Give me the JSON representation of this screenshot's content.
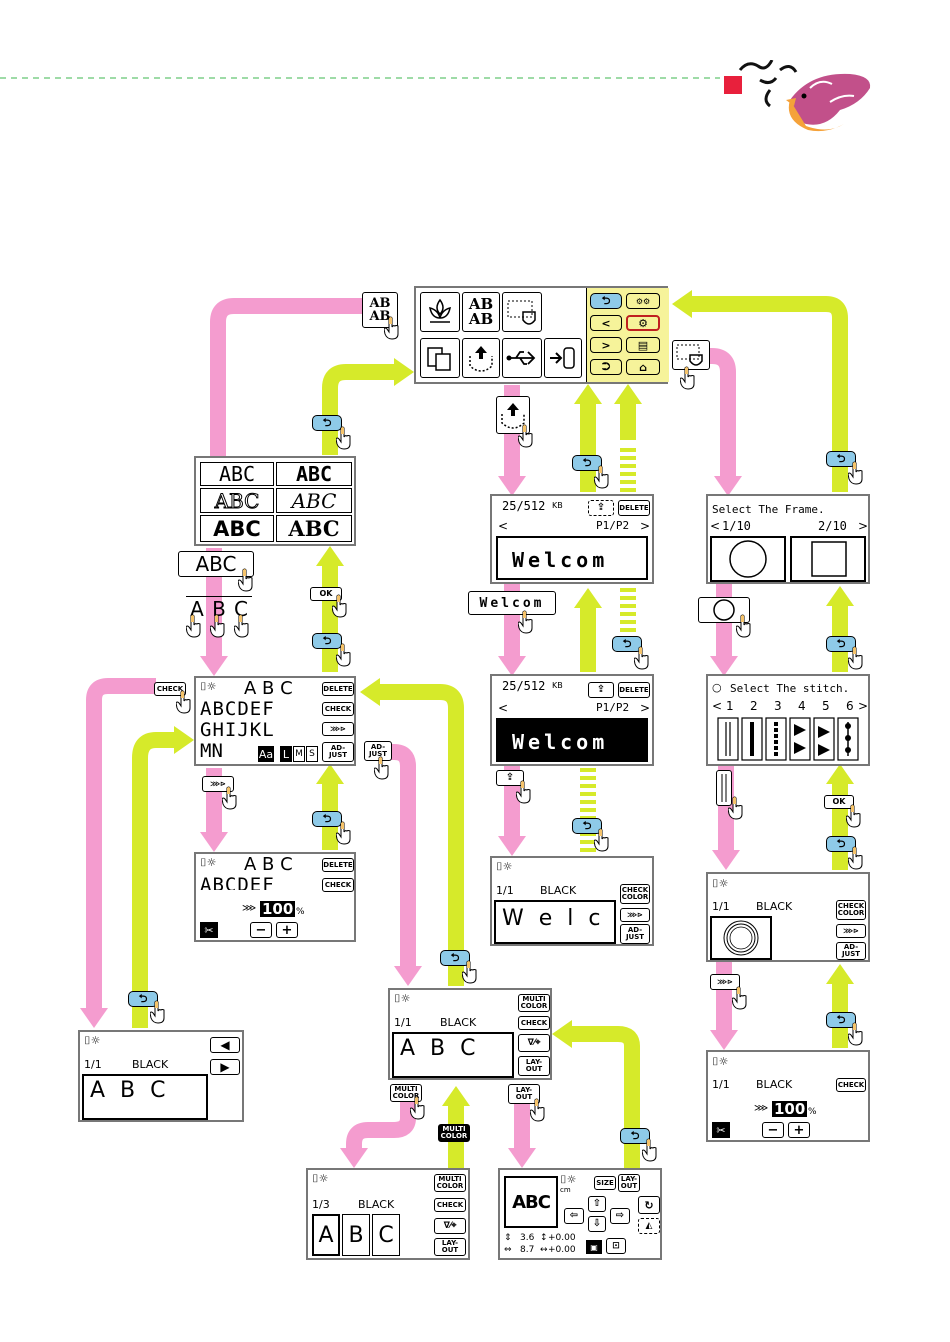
{
  "colors": {
    "forward_arrow": "#f49ccf",
    "back_arrow": "#d6ea2a",
    "dashed_line": "#7fcf8a",
    "screen_highlight": "#f6f39a",
    "back_key": "#8ecae8"
  },
  "main_menu": {
    "icons": [
      "embroidery-pattern-icon",
      "font-icon",
      "frame-pattern-icon",
      "bobbin-select-icon",
      "memory-pocket-icon",
      "usb-icon",
      "return-to-sewing-icon"
    ]
  },
  "font_screen": {
    "samples": [
      "ABC",
      "ABC",
      "ABC",
      "ABC",
      "ABC",
      "ABC"
    ]
  },
  "buttons": {
    "ok": "OK",
    "check": "CHECK",
    "delete": "DELETE",
    "adjust": "AD-\nJUST",
    "multi_color": "MULTI\nCOLOR",
    "layout": "LAY-\nOUT",
    "check_color": "CHECK\nCOLOR",
    "size": "SIZE"
  },
  "chosen_font_label": "ABC",
  "chosen_letters": [
    "A",
    "B",
    "C"
  ],
  "entry_screen": {
    "preview": "A B C",
    "rows": [
      "ABCDEF",
      "GHIJKL",
      "MN"
    ],
    "size_keys": [
      "Aa",
      "L",
      "M",
      "S"
    ]
  },
  "density_screen": {
    "preview": "A B C",
    "row": "ABCDEF",
    "value": "100",
    "unit": "%"
  },
  "edit_screen_left": {
    "page": "1/1",
    "color": "BLACK",
    "text": "A B C"
  },
  "edit_screen_center": {
    "page": "1/1",
    "color": "BLACK",
    "text": "A B C"
  },
  "multicolor_screen": {
    "page": "1/3",
    "color": "BLACK",
    "letters": [
      "A",
      "B",
      "C"
    ]
  },
  "layout_screen": {
    "sample": "ABC",
    "unit": "cm",
    "height": "3.6",
    "v_offset": "+0.00",
    "width": "8.7",
    "h_offset": "+0.00"
  },
  "memory_screen_1": {
    "size": "25/512",
    "size_unit": "KB",
    "page": "P1/P2",
    "text": "Welcom"
  },
  "memory_screen_2": {
    "size": "25/512",
    "size_unit": "KB",
    "page": "P1/P2",
    "text": "Welcom"
  },
  "memory_item_label": "Welcom",
  "memory_edit_screen": {
    "page": "1/1",
    "color": "BLACK",
    "text": "W e l c"
  },
  "frame_screen": {
    "title": "Select The Frame.",
    "page_left": "1/10",
    "page_right": "2/10"
  },
  "stitch_screen": {
    "title": "Select The stitch.",
    "numbers": [
      "1",
      "2",
      "3",
      "4",
      "5",
      "6"
    ]
  },
  "frame_edit_screen": {
    "page": "1/1",
    "color": "BLACK"
  },
  "frame_density_screen": {
    "page": "1/1",
    "color": "BLACK",
    "value": "100",
    "unit": "%"
  }
}
